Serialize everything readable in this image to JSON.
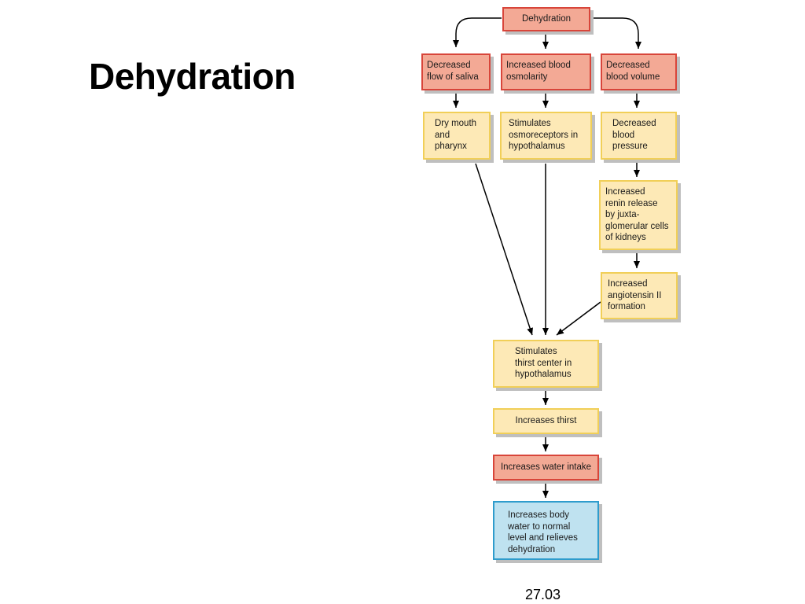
{
  "slide": {
    "title": "Dehydration",
    "figure_number": "27.03"
  },
  "nodes": {
    "dehydration": "Dehydration",
    "decreased_saliva": "Decreased\nflow of saliva",
    "increased_osmolarity": "Increased blood\nosmolarity",
    "decreased_volume": "Decreased\nblood volume",
    "dry_mouth": "Dry mouth\nand\npharynx",
    "osmoreceptors": "Stimulates\nosmoreceptors in\nhypothalamus",
    "decreased_pressure": "Decreased\nblood\npressure",
    "renin": "Increased\nrenin release\nby juxta-\nglomerular cells\nof kidneys",
    "angiotensin": "Increased\nangiotensin II\nformation",
    "thirst_center": "Stimulates\nthirst center in\nhypothalamus",
    "increases_thirst": "Increases thirst",
    "water_intake": "Increases water intake",
    "body_water": "Increases body\nwater to normal\nlevel and relieves\ndehydration"
  },
  "colors": {
    "red_fill": "#f3a995",
    "red_border": "#d8453a",
    "yellow_fill": "#fde9b6",
    "yellow_border": "#f1cf58",
    "blue_fill": "#bfe2f0",
    "blue_border": "#2f9ccc"
  }
}
